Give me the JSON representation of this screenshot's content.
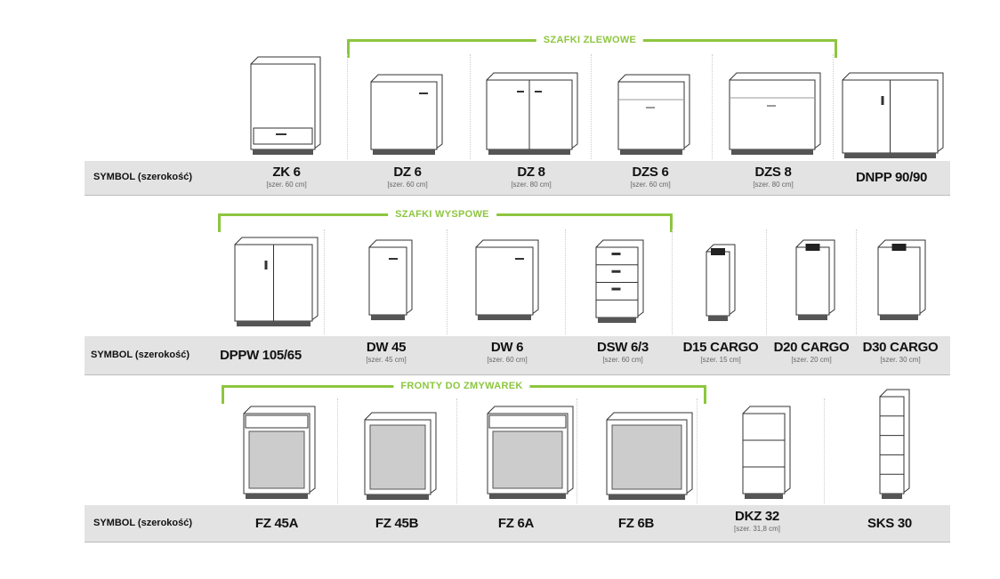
{
  "groups": {
    "sink": "SZAFKI ZLEWOWE",
    "island": "SZAFKI WYSPOWE",
    "dishwasher": "FRONTY DO ZMYWAREK"
  },
  "rows": [
    {
      "label": "SYMBOL (szerokość)",
      "items": [
        {
          "symbol": "ZK 6",
          "width": "[szer. 60 cm]"
        },
        {
          "symbol": "DZ 6",
          "width": "[szer. 60 cm]"
        },
        {
          "symbol": "DZ 8",
          "width": "[szer. 80 cm]"
        },
        {
          "symbol": "DZS 6",
          "width": "[szer. 60 cm]"
        },
        {
          "symbol": "DZS 8",
          "width": "[szer. 80 cm]"
        },
        {
          "symbol": "DNPP 90/90",
          "width": null
        }
      ]
    },
    {
      "label": "SYMBOL (szerokość)",
      "items": [
        {
          "symbol": "DPPW 105/65",
          "width": null
        },
        {
          "symbol": "DW 45",
          "width": "[szer. 45 cm]"
        },
        {
          "symbol": "DW 6",
          "width": "[szer. 60 cm]"
        },
        {
          "symbol": "DSW 6/3",
          "width": "[szer. 60 cm]"
        },
        {
          "symbol": "D15 CARGO",
          "width": "[szer. 15 cm]"
        },
        {
          "symbol": "D20 CARGO",
          "width": "[szer. 20 cm]"
        },
        {
          "symbol": "D30 CARGO",
          "width": "[szer. 30 cm]"
        }
      ]
    },
    {
      "label": "SYMBOL (szerokość)",
      "items": [
        {
          "symbol": "FZ 45A",
          "width": null
        },
        {
          "symbol": "FZ 45B",
          "width": null
        },
        {
          "symbol": "FZ 6A",
          "width": null
        },
        {
          "symbol": "FZ 6B",
          "width": null
        },
        {
          "symbol": "DKZ 32",
          "width": "[szer. 31,8 cm]"
        },
        {
          "symbol": "SKS 30",
          "width": null
        }
      ]
    }
  ],
  "colors": {
    "accent": "#8dc63f",
    "band": "#e3e3e3"
  }
}
